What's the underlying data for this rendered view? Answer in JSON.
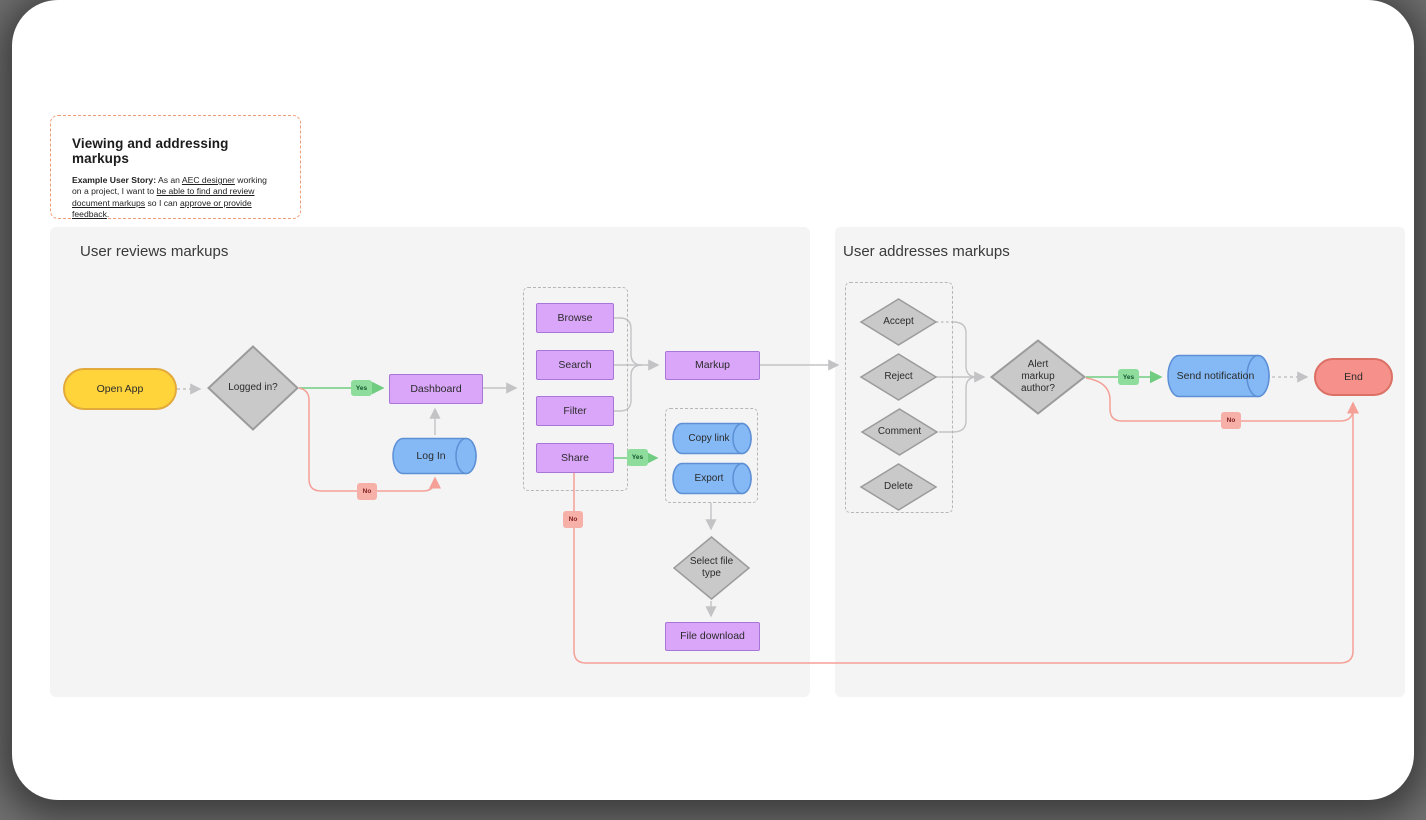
{
  "note": {
    "title": "Viewing and addressing markups",
    "body_segments": [
      {
        "t": "Example User Story:",
        "b": true
      },
      {
        "t": " As an "
      },
      {
        "t": "AEC designer",
        "u": true
      },
      {
        "t": " working on a project, I want to "
      },
      {
        "t": "be able to find and review document markups",
        "u": true
      },
      {
        "t": " so I can "
      },
      {
        "t": "approve or provide feedback",
        "u": true
      },
      {
        "t": "."
      }
    ]
  },
  "sections": {
    "left": {
      "title": "User reviews markups"
    },
    "right": {
      "title": "User addresses markups"
    }
  },
  "nodes": {
    "open_app": "Open App",
    "logged_in": "Logged in?",
    "dashboard": "Dashboard",
    "log_in": "Log In",
    "browse": "Browse",
    "search": "Search",
    "filter": "Filter",
    "share": "Share",
    "markup": "Markup",
    "copy_link": "Copy link",
    "export": "Export",
    "select_file_type": "Select file type",
    "file_download": "File download",
    "accept": "Accept",
    "reject": "Reject",
    "comment": "Comment",
    "delete": "Delete",
    "alert_author": "Alert markup author?",
    "send_notification": "Send notification",
    "end": "End"
  },
  "labels": {
    "yes": "Yes",
    "no": "No"
  },
  "edges": [
    {
      "from": "Open App",
      "to": "Logged in?",
      "style": "gray-dashed"
    },
    {
      "from": "Logged in?",
      "to": "Dashboard",
      "label": "Yes",
      "style": "green"
    },
    {
      "from": "Logged in?",
      "to": "Log In",
      "label": "No",
      "style": "red"
    },
    {
      "from": "Log In",
      "to": "Dashboard",
      "style": "gray"
    },
    {
      "from": "Dashboard",
      "to": "Browse/Search/Filter/Share group",
      "style": "gray"
    },
    {
      "from": "Browse",
      "to": "Markup",
      "style": "gray"
    },
    {
      "from": "Search",
      "to": "Markup",
      "style": "gray"
    },
    {
      "from": "Filter",
      "to": "Markup",
      "style": "gray"
    },
    {
      "from": "Share",
      "to": "Copy link/Export group",
      "label": "Yes",
      "style": "green"
    },
    {
      "from": "Share",
      "to": "End",
      "label": "No",
      "style": "red"
    },
    {
      "from": "Copy link/Export group",
      "to": "Select file type",
      "style": "gray"
    },
    {
      "from": "Select file type",
      "to": "File download",
      "style": "gray"
    },
    {
      "from": "Markup",
      "to": "Accept/Reject/Comment/Delete group",
      "style": "gray"
    },
    {
      "from": "Accept",
      "to": "Alert markup author?",
      "style": "gray-dashed"
    },
    {
      "from": "Reject",
      "to": "Alert markup author?",
      "style": "gray"
    },
    {
      "from": "Comment",
      "to": "Alert markup author?",
      "style": "gray"
    },
    {
      "from": "Alert markup author?",
      "to": "Send notification",
      "label": "Yes",
      "style": "green"
    },
    {
      "from": "Alert markup author?",
      "to": "End",
      "label": "No",
      "style": "red"
    },
    {
      "from": "Send notification",
      "to": "End",
      "style": "gray-dashed"
    }
  ],
  "colors": {
    "canvas_bg": "#6f6f6f",
    "card_bg": "#ffffff",
    "panel_bg": "#f4f4f5",
    "note_border": "#F09B77",
    "yellow_fill": "#FFD43B",
    "yellow_border": "#E2A93B",
    "purple_fill": "#DAA6F9",
    "purple_border": "#A875D8",
    "blue_fill": "#84B9F5",
    "blue_border": "#5D8FD4",
    "gray_fill": "#C9C9C9",
    "gray_border": "#9B9B9B",
    "red_fill": "#F5918A",
    "red_border": "#DB7065",
    "wire_gray": "#C3C3C5",
    "wire_green": "#70CC80",
    "wire_red": "#F5A097",
    "badge_yes_bg": "#8EDD9D",
    "badge_no_bg": "#F7B0A7"
  }
}
